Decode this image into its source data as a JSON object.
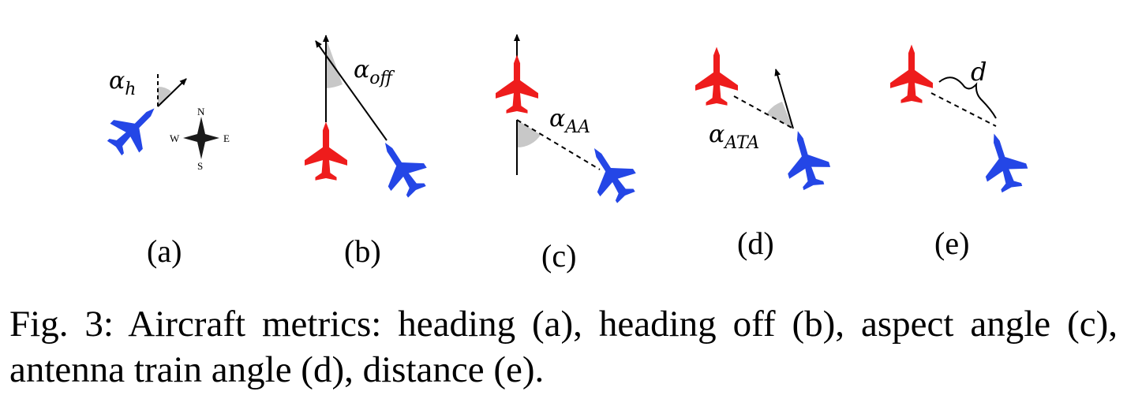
{
  "colors": {
    "red_aircraft": "#ee1c1c",
    "blue_aircraft": "#2446e6",
    "angle_wedge": "#c8c8c8"
  },
  "icons": [
    "aircraft-red-icon",
    "aircraft-blue-icon",
    "compass-rose-icon"
  ],
  "panels": [
    {
      "id": "a",
      "label": "(a)",
      "symbol": "α",
      "subscript": "h",
      "compass": {
        "n": "N",
        "s": "S",
        "e": "E",
        "w": "W"
      }
    },
    {
      "id": "b",
      "label": "(b)",
      "symbol": "α",
      "subscript": "off"
    },
    {
      "id": "c",
      "label": "(c)",
      "symbol": "α",
      "subscript": "AA"
    },
    {
      "id": "d",
      "label": "(d)",
      "symbol": "α",
      "subscript": "ATA"
    },
    {
      "id": "e",
      "label": "(e)",
      "symbol": "d"
    }
  ],
  "caption": "Fig. 3: Aircraft metrics: heading (a), heading off (b), aspect angle (c), antenna train angle (d), distance (e)."
}
